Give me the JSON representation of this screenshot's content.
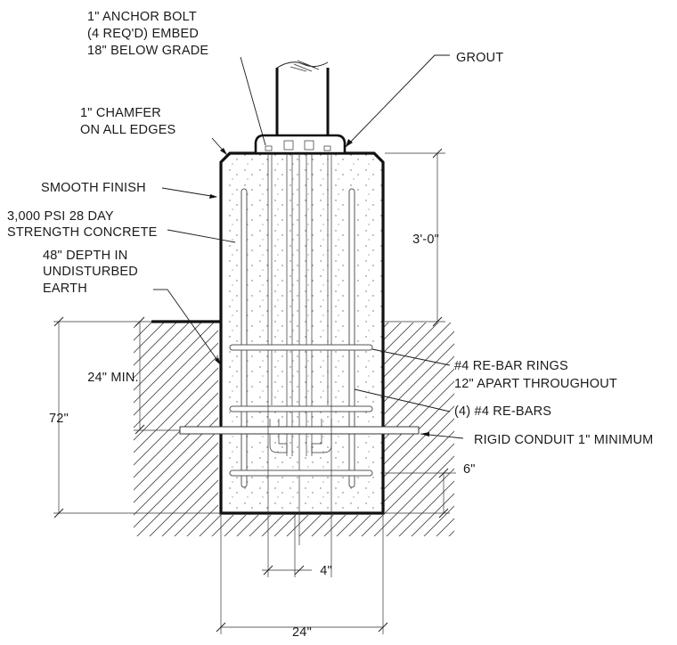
{
  "labels": {
    "anchor_bolt_1": "1\" ANCHOR BOLT",
    "anchor_bolt_2": "(4 REQ'D) EMBED",
    "anchor_bolt_3": "18\" BELOW GRADE",
    "grout": "GROUT",
    "chamfer_1": "1\" CHAMFER",
    "chamfer_2": "ON ALL EDGES",
    "smooth_finish": "SMOOTH FINISH",
    "concrete_1": "3,000 PSI 28 DAY",
    "concrete_2": "STRENGTH CONCRETE",
    "depth_1": "48\" DEPTH IN",
    "depth_2": "UNDISTURBED",
    "depth_3": "EARTH",
    "rings_1": "#4 RE-BAR RINGS",
    "rings_2": "12\" APART THROUGHOUT",
    "rebars": "(4) #4 RE-BARS",
    "conduit": "RIGID CONDUIT 1\" MINIMUM"
  },
  "dimensions": {
    "above_grade": "3'-0\"",
    "min_depth": "24\" MIN.",
    "total_depth": "72\"",
    "bottom_cover": "6\"",
    "bolt_spacing": "4\"",
    "width": "24\""
  }
}
